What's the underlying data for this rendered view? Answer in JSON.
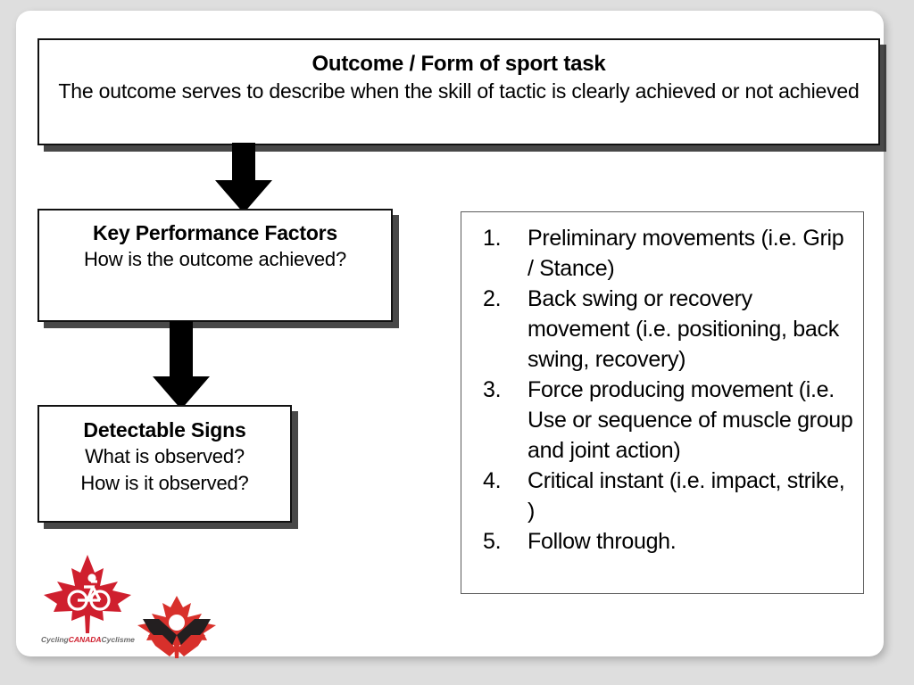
{
  "slide": {
    "background_color": "#dedede",
    "canvas_color": "#ffffff"
  },
  "outcome_box": {
    "title": "Outcome / Form of sport task",
    "description": "The outcome serves to describe when the skill of tactic is clearly achieved or not achieved"
  },
  "kpf_box": {
    "title": "Key Performance Factors",
    "question": "How is the outcome achieved?"
  },
  "signs_box": {
    "title": "Detectable Signs",
    "question_1": "What is observed?",
    "question_2": "How is it observed?"
  },
  "list_box": {
    "items": [
      {
        "number": "1.",
        "text": "Preliminary movements (i.e. Grip / Stance)"
      },
      {
        "number": "2.",
        "text": "Back swing or recovery movement (i.e. positioning, back swing, recovery)"
      },
      {
        "number": "3.",
        "text": "Force producing movement (i.e. Use or sequence of muscle group and joint action)"
      },
      {
        "number": "4.",
        "text": "Critical instant (i.e. impact, strike, )"
      },
      {
        "number": "5.",
        "text": "Follow through."
      }
    ]
  },
  "logos": {
    "cycling_canada": {
      "wordmark_part_1": "Cycling",
      "wordmark_part_2": "CANADA",
      "wordmark_part_3": "Cyclisme",
      "leaf_color": "#cf1f2e",
      "accent_color": "#6b6b6b"
    },
    "secondary": {
      "red_color": "#d8302b",
      "dark_color": "#231f20"
    }
  },
  "arrows": {
    "color": "#000000",
    "arrow_1_label": "down-arrow-outcome-to-kpf",
    "arrow_2_label": "down-arrow-kpf-to-signs"
  }
}
